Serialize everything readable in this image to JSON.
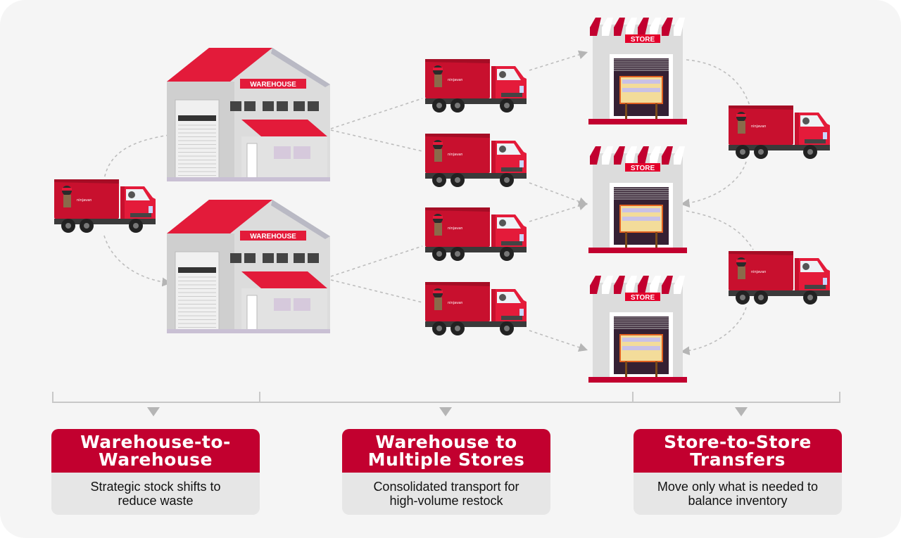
{
  "colors": {
    "brand_red": "#c2002f",
    "panel": "#f5f5f5",
    "card_body": "#e6e6e6",
    "connector": "#bdbdbd"
  },
  "icons": {
    "truck": "delivery-truck-icon",
    "warehouse": "warehouse-building-icon",
    "store": "storefront-icon"
  },
  "truck_logo": "ninjavan",
  "warehouses": [
    {
      "label": "WAREHOUSE"
    },
    {
      "label": "WAREHOUSE"
    }
  ],
  "stores": [
    {
      "label": "STORE"
    },
    {
      "label": "STORE"
    },
    {
      "label": "STORE"
    }
  ],
  "cards": [
    {
      "title_lines": [
        "Warehouse-to-",
        "Warehouse"
      ],
      "desc_lines": [
        "Strategic stock shifts to",
        "reduce waste"
      ]
    },
    {
      "title_lines": [
        "Warehouse to",
        "Multiple Stores"
      ],
      "desc_lines": [
        "Consolidated transport for",
        "high-volume restock"
      ]
    },
    {
      "title_lines": [
        "Store-to-Store",
        "Transfers"
      ],
      "desc_lines": [
        "Move only what is needed to",
        "balance inventory"
      ]
    }
  ]
}
